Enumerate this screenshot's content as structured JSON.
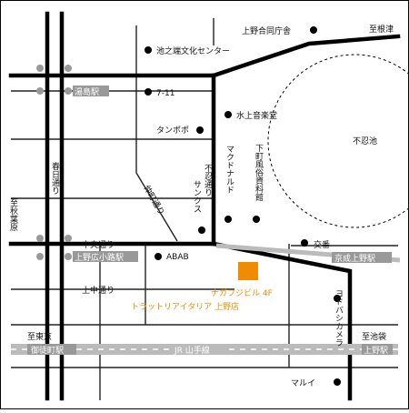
{
  "colors": {
    "road_major": "#000000",
    "road_minor": "#222222",
    "railway": "#bbbbbb",
    "station_label_bg": "#999999",
    "highlight": "#f08c00",
    "landmark_dot": "#000000"
  },
  "landmarks": {
    "ueno_godo_chosha": "上野合同庁舎",
    "shitaya_bunka": "池之端文化センター",
    "seven_eleven": "7-11",
    "tanpopo": "タンポポ",
    "mizukami_ongakudo": "水上音楽堂",
    "mcdonalds": "マクドナルド",
    "suntory_sunkus": "サンクス",
    "shitamachi_museum": "下町風俗資料館",
    "abab": "ABAB",
    "koban": "交番",
    "yodobashi": "ヨドバシカメラ",
    "marui": "マルイ"
  },
  "stations": {
    "yushima": "湯島駅",
    "ueno_hirokoji": "上野広小路駅",
    "okachimachi": "御徒町駅",
    "ueno": "上野駅",
    "keisei_ueno": "京成上野駅"
  },
  "roads": {
    "kasuga_dori": "春日通り",
    "chuo_dori": "中央通り",
    "uemachi_dori": "上中通り",
    "nakamachi_dori": "仲町通り",
    "shinobazu_dori": "不忍通り",
    "jr_line": "JR 山手線"
  },
  "directions": {
    "to_nezu": "至根津",
    "to_akihabara": "至秋葉原",
    "to_tokyo": "至東京",
    "to_ikebukuro": "至池袋"
  },
  "water": {
    "shinobazu_pond": "不忍池"
  },
  "destination": {
    "building": "ナガフジビル 4F",
    "name": "トラットリアイタリア 上野店"
  }
}
